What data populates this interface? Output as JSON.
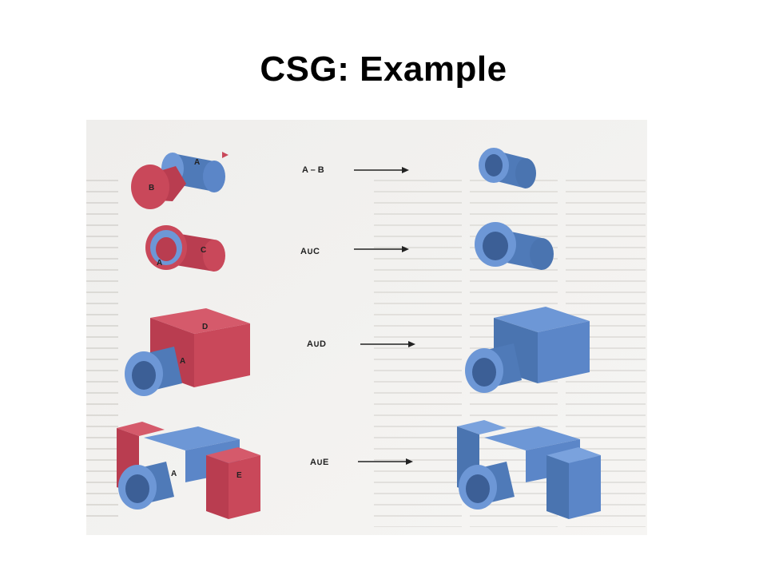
{
  "title": "CSG: Example",
  "colors": {
    "blue": "#5b86c8",
    "red": "#c9485a"
  },
  "rows": [
    {
      "operation": "A – B",
      "labels": [
        "A",
        "B"
      ]
    },
    {
      "operation": "A∪C",
      "labels": [
        "A",
        "C"
      ]
    },
    {
      "operation": "A∪D",
      "labels": [
        "A",
        "D"
      ]
    },
    {
      "operation": "A∪E",
      "labels": [
        "A",
        "E"
      ]
    }
  ]
}
